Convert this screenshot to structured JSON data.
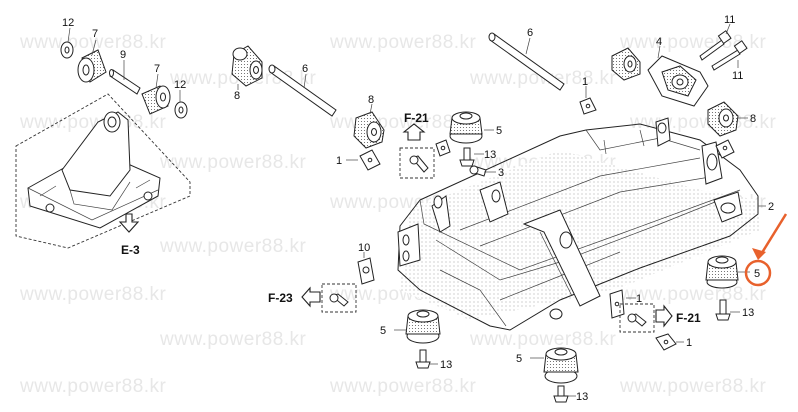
{
  "diagram": {
    "watermark": "www.power88.kr",
    "callouts": {
      "c12a": "12",
      "c7a": "7",
      "c9": "9",
      "c7b": "7",
      "c12b": "12",
      "c6a": "6",
      "c8a": "8",
      "c6b": "6",
      "c8b": "8",
      "c1a": "1",
      "c1b": "1",
      "c1c": "1",
      "c1d": "1",
      "c13a": "13",
      "c3": "3",
      "c5a": "5",
      "c4": "4",
      "c11a": "11",
      "c11b": "11",
      "c8c": "8",
      "c2": "2",
      "c5b": "5",
      "c13b": "13",
      "c10": "10",
      "c5c": "5",
      "c13c": "13",
      "c5d": "5",
      "c13d": "13"
    },
    "refs": {
      "e3": "E-3",
      "f21a": "F-21",
      "f23": "F-23",
      "f21b": "F-21"
    },
    "highlight": {
      "color": "#e8612c",
      "target": "5"
    }
  }
}
